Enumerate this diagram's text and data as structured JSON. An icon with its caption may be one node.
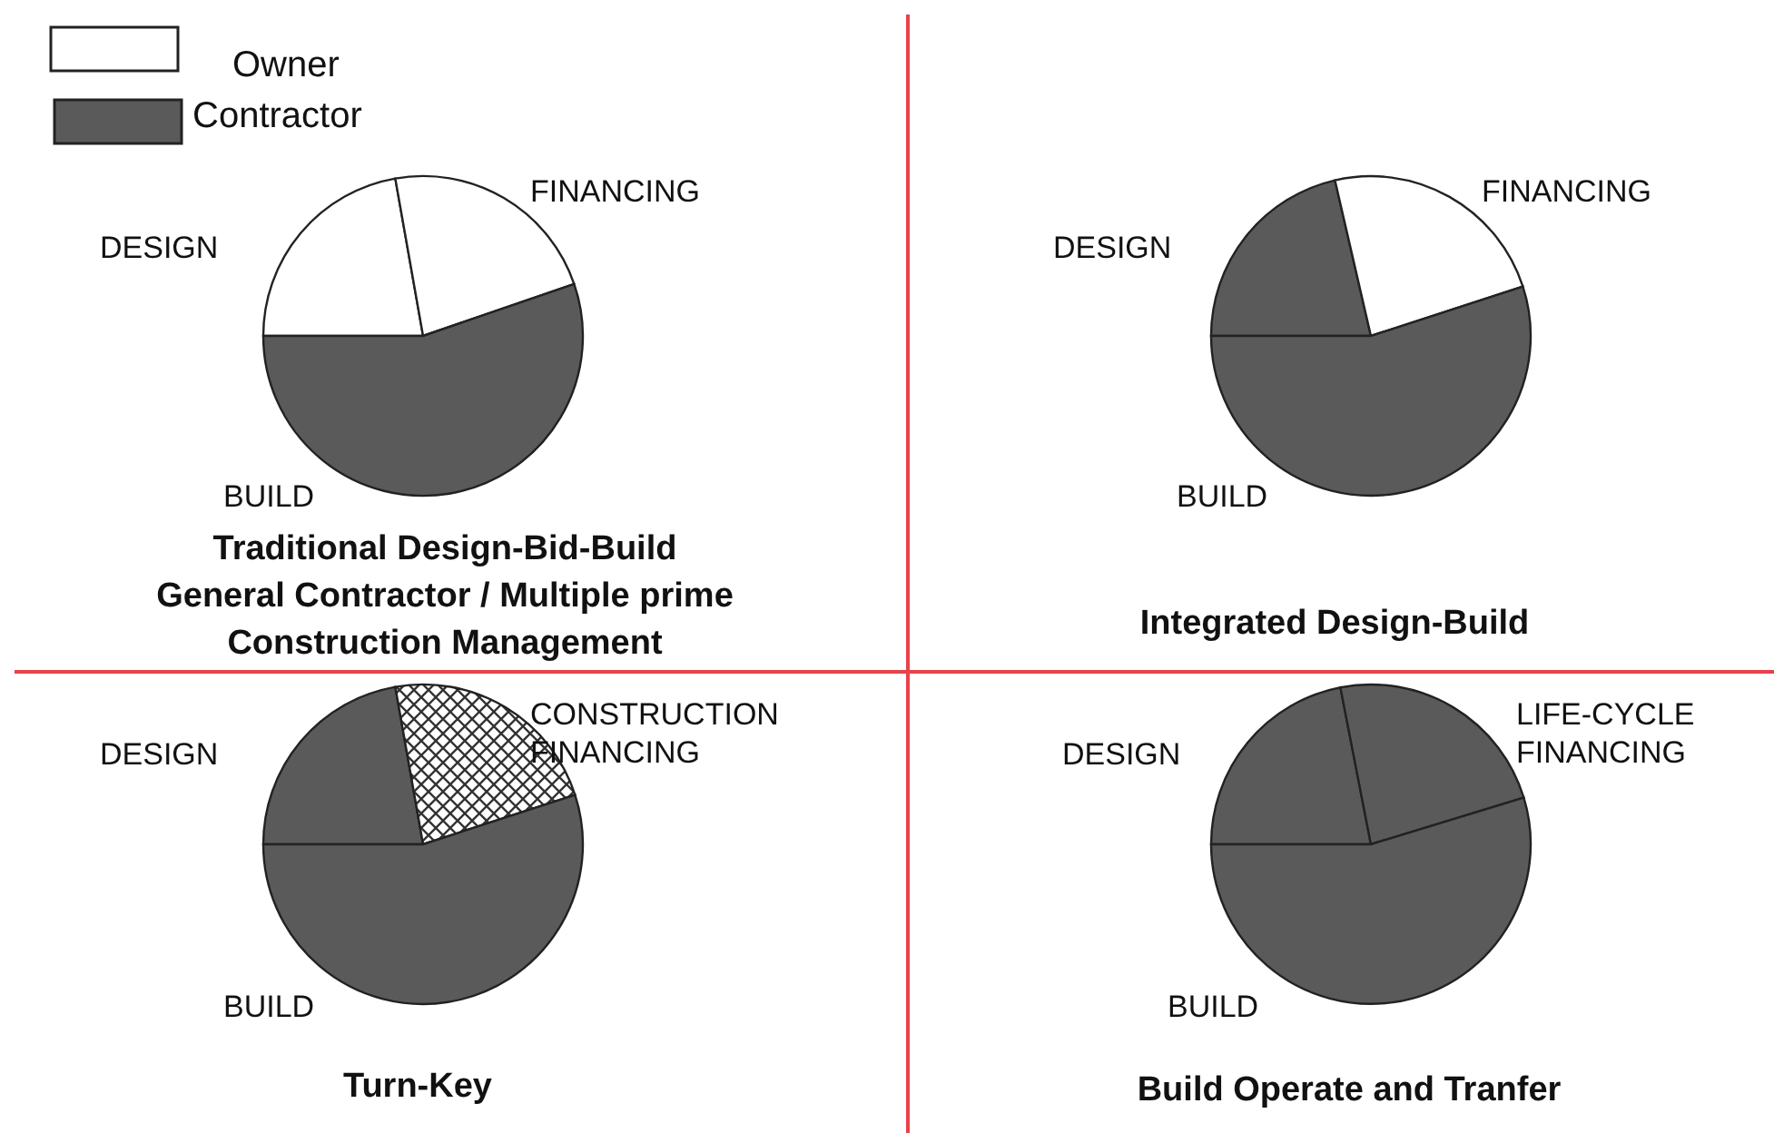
{
  "diagram": {
    "labels": [
      "FINANCING",
      "DESIGN",
      "BUILD",
      "Traditional Design-Bid-Build",
      "General Contractor / Multiple prime",
      "Construction Management",
      "FINANCING",
      "DESIGN",
      "BUILD",
      "Integrated Design-Build",
      "CONSTRUCTION FINANCING",
      "DESIGN",
      "BUILD",
      "Turn-Key",
      "DESIGN",
      "LIFE-CYCLE FINANCING",
      "BUILD",
      "Build Operate and Tranfer"
    ],
    "legend": [
      {
        "text": "Owner",
        "color": "#ffffff"
      },
      {
        "text": "Contractor",
        "color": "#5a5a5a"
      }
    ]
  }
}
